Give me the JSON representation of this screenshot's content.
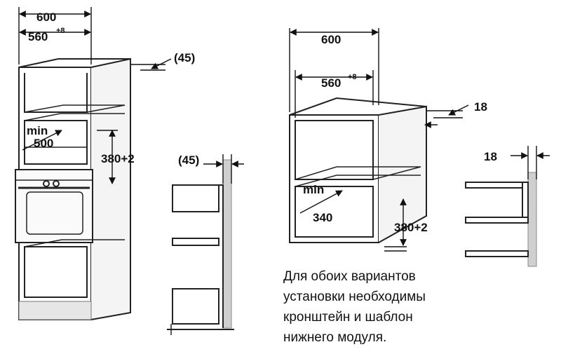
{
  "left_diagram": {
    "width": "600",
    "inner_width": "560",
    "inner_width_tol": "+8",
    "side_offset": "(45)",
    "min_label": "min",
    "min_value": "500",
    "height_gap": "380+2",
    "bracket_offset": "(45)"
  },
  "right_diagram": {
    "width": "600",
    "inner_width": "560",
    "inner_width_tol": "+8",
    "side_offset": "18",
    "min_label": "min",
    "min_value": "340",
    "height_gap": "380+2",
    "bracket_offset": "18"
  },
  "note": {
    "lines": [
      "Для обоих вариантов",
      "установки необходимы",
      "кронштейн и шаблон",
      "нижнего модуля."
    ]
  }
}
